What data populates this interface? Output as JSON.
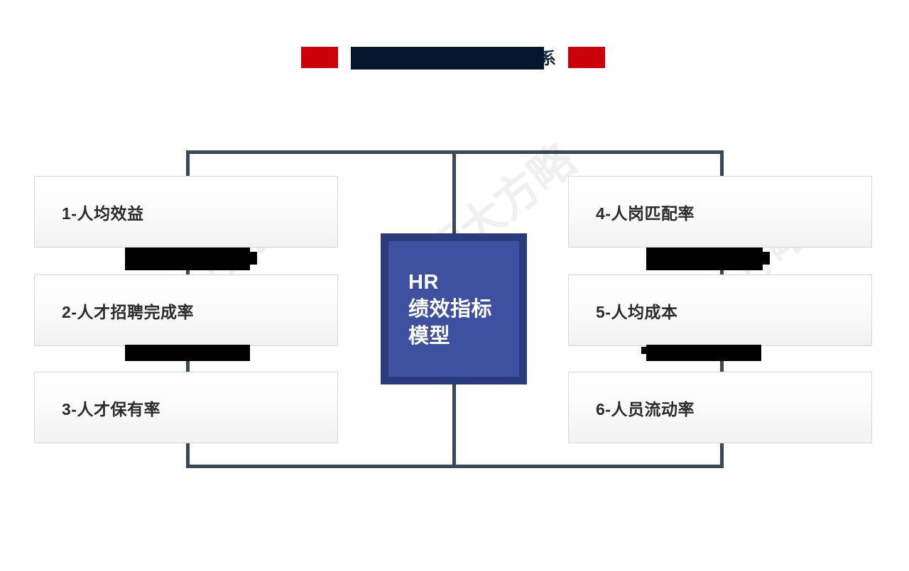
{
  "slide": {
    "background_color": "#FFFFFF",
    "title": {
      "text": "系",
      "full_visible_text": "系",
      "redacted": true,
      "redaction_color": "#05172E",
      "chip_color": "#CC0008"
    }
  },
  "center": {
    "line1": "HR",
    "line2": "绩效指标",
    "line3": "模型",
    "fill_color": "#3D51A0",
    "border_color": "#2A3C7D",
    "text_color": "#FFFFFF"
  },
  "connector": {
    "color": "#37485A"
  },
  "boxes": [
    {
      "id": 1,
      "label": "1-人均效益",
      "side": "left"
    },
    {
      "id": 2,
      "label": "2-人才招聘完成率",
      "side": "left"
    },
    {
      "id": 3,
      "label": "3-人才保有率",
      "side": "left"
    },
    {
      "id": 4,
      "label": "4-人岗匹配率",
      "side": "right"
    },
    {
      "id": 5,
      "label": "5-人均成本",
      "side": "right"
    },
    {
      "id": 6,
      "label": "6-人员流动率",
      "side": "right"
    }
  ],
  "watermark": {
    "text": "远大方略"
  }
}
